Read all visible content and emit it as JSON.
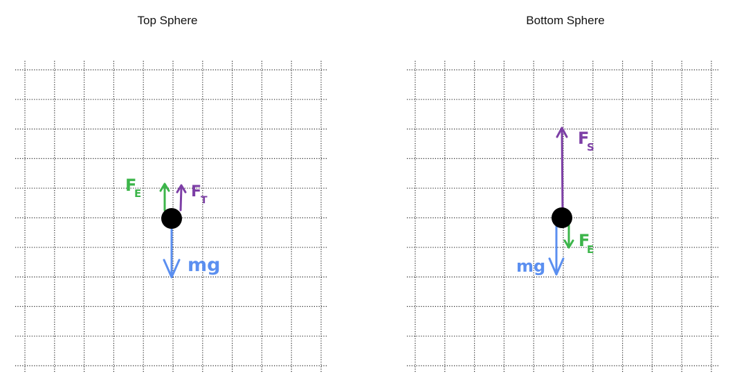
{
  "panels": [
    {
      "title": "Top Sphere",
      "vectors": [
        {
          "id": "fe",
          "label_main": "F",
          "label_sub": "E",
          "color": "#3cb54a",
          "direction": "up"
        },
        {
          "id": "ft",
          "label_main": "F",
          "label_sub": "T",
          "color": "#7d3fa6",
          "direction": "up"
        },
        {
          "id": "mg",
          "label_main": "mg",
          "label_sub": "",
          "color": "#5b8ff0",
          "direction": "down"
        }
      ]
    },
    {
      "title": "Bottom Sphere",
      "vectors": [
        {
          "id": "fs",
          "label_main": "F",
          "label_sub": "S",
          "color": "#7d3fa6",
          "direction": "up"
        },
        {
          "id": "fe",
          "label_main": "F",
          "label_sub": "E",
          "color": "#3cb54a",
          "direction": "down"
        },
        {
          "id": "mg",
          "label_main": "mg",
          "label_sub": "",
          "color": "#5b8ff0",
          "direction": "down"
        }
      ]
    }
  ],
  "colors": {
    "grid": "#222222",
    "sphere": "#000000",
    "green": "#3cb54a",
    "purple": "#7d3fa6",
    "blue": "#5b8ff0"
  }
}
